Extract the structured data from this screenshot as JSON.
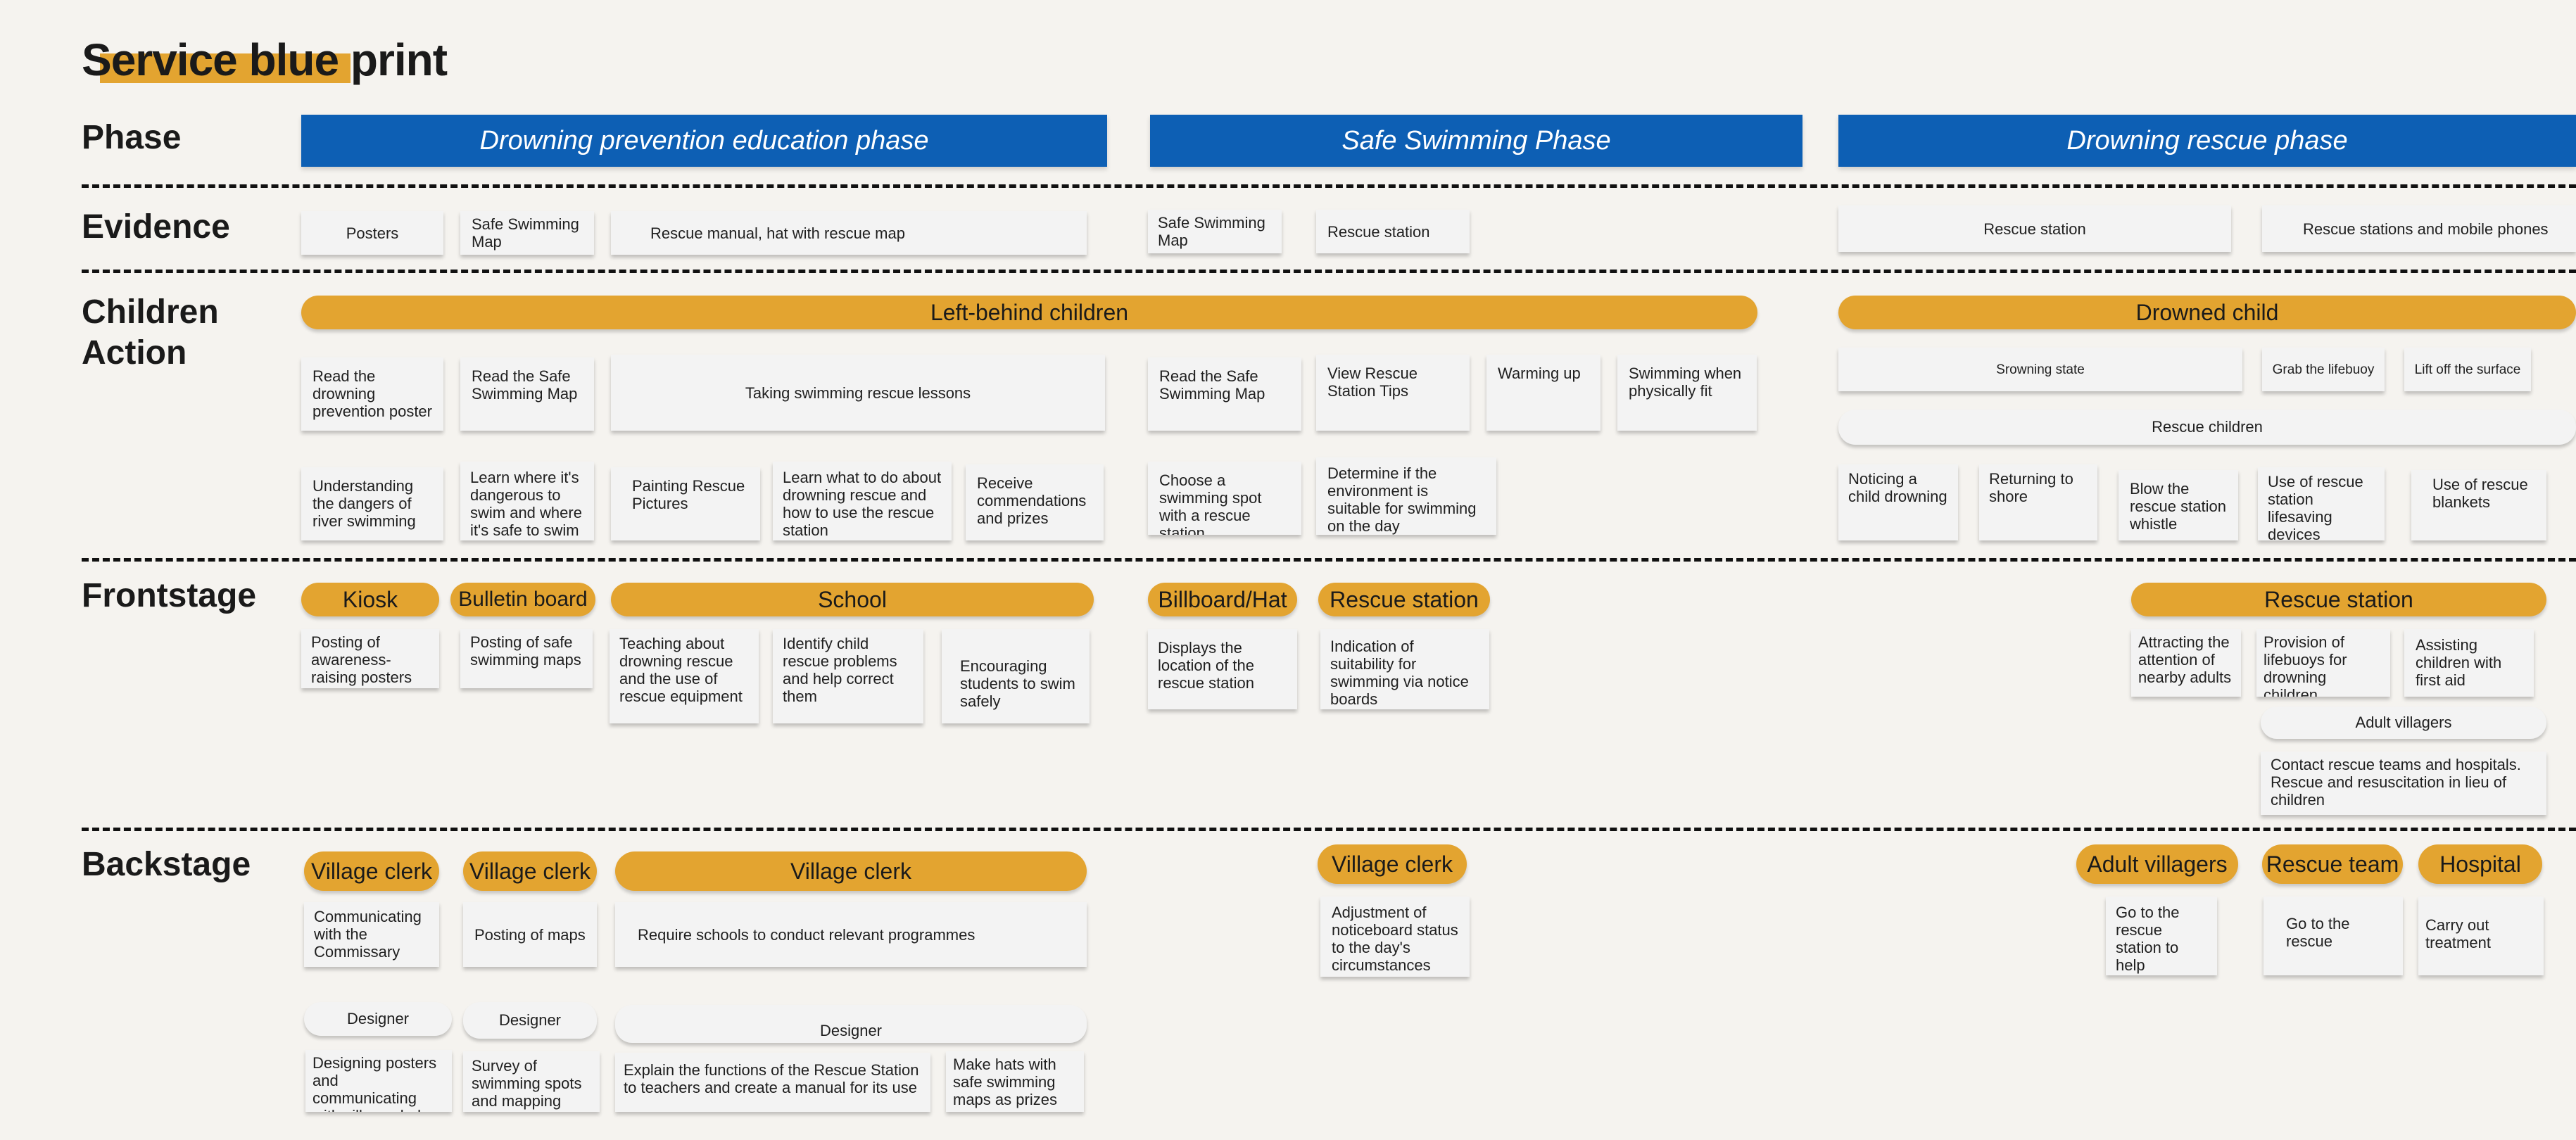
{
  "title": "Service blue print",
  "rows": {
    "phase": "Phase",
    "evidence": "Evidence",
    "children_action": "Children Action",
    "frontstage": "Frontstage",
    "backstage": "Backstage"
  },
  "phases": [
    "Drowning prevention education phase",
    "Safe Swimming Phase",
    "Drowning rescue phase"
  ],
  "evidence": [
    "Posters",
    "Safe Swimming Map",
    "Rescue manual, hat with rescue map",
    "Safe Swimming Map",
    "Rescue station",
    "Rescue station",
    "Rescue stations and mobile phones"
  ],
  "children": {
    "lanes": [
      "Left-behind children",
      "Drowned child",
      "Rescue children"
    ],
    "top": [
      "Read the drowning prevention poster",
      "Read the Safe Swimming Map",
      "Taking swimming rescue lessons",
      "Read the Safe Swimming Map",
      "View Rescue Station Tips",
      "Warming up",
      "Swimming when physically fit",
      "Srowning state",
      "Grab the lifebuoy",
      "Lift off the surface"
    ],
    "bottom": [
      "Understanding the dangers of river swimming",
      "Learn where it's dangerous to swim and where it's safe to swim",
      "Painting Rescue Pictures",
      "Learn what to do about drowning rescue and how to use the rescue station",
      "Receive commendations and prizes",
      "Choose a swimming spot with a rescue station",
      "Determine if the environment is suitable for swimming on the day",
      "Noticing a child drowning",
      "Returning to shore",
      "Blow the rescue station whistle",
      "Use of rescue station lifesaving devices",
      "Use of rescue blankets"
    ]
  },
  "frontstage": {
    "pills": [
      "Kiosk",
      "Bulletin board",
      "School",
      "Billboard/Hat",
      "Rescue station",
      "Rescue station"
    ],
    "cards": [
      "Posting of awareness-raising posters",
      "Posting of safe swimming maps",
      "Teaching about drowning rescue and the use of rescue equipment",
      "Identify child rescue problems and help correct them",
      "Encouraging students to swim safely",
      "Displays the location of the rescue station",
      "Indication of suitability for swimming via notice boards",
      "Attracting the attention of nearby adults",
      "Provision of lifebuoys for drowning children",
      "Assisting children with first aid",
      "Contact rescue teams and hospitals. Rescue and resuscitation in lieu of children"
    ],
    "adult_villagers": "Adult villagers"
  },
  "backstage": {
    "pills": [
      "Village clerk",
      "Village clerk",
      "Village clerk",
      "Village clerk",
      "Adult villagers",
      "Rescue team",
      "Hospital"
    ],
    "cards": [
      "Communicating with the Commissary",
      "Posting of maps",
      "Require schools to conduct relevant programmes",
      "Adjustment of noticeboard status to the day's circumstances",
      "Go to the rescue station to help",
      "Go to the rescue",
      "Carry out treatment"
    ],
    "designers": [
      "Designer",
      "Designer",
      "Designer"
    ],
    "designer_cards": [
      "Designing posters and communicating with village clerks",
      "Survey of swimming spots and mapping",
      "Explain the functions of the Rescue Station to teachers and create a manual for its use",
      "Make hats with safe swimming maps as prizes"
    ]
  },
  "colors": {
    "phase_blue": "#0d5fb4",
    "pill_orange": "#e3a430",
    "background": "#f5f3ef",
    "card": "#f3f3f3"
  }
}
